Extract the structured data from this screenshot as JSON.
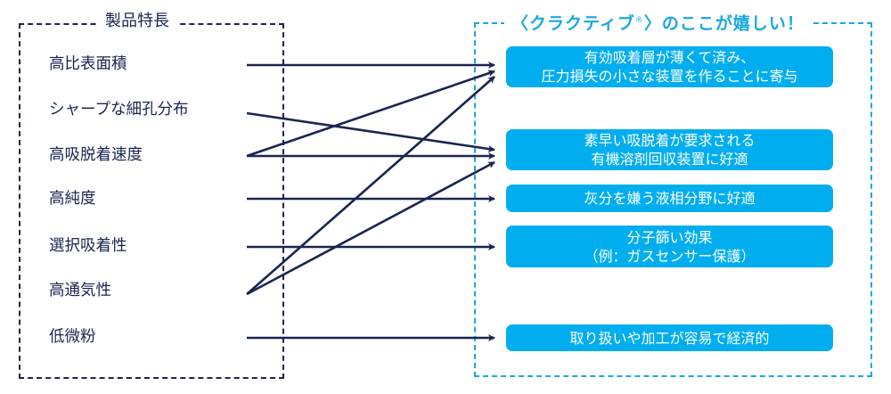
{
  "left_panel": {
    "title": "製品特長",
    "features": [
      "高比表面積",
      "シャープな細孔分布",
      "高吸脱着速度",
      "高純度",
      "選択吸着性",
      "高通気性",
      "低微粉"
    ]
  },
  "right_panel": {
    "title_prefix": "〈クラクティブ",
    "title_reg": "®",
    "title_suffix": "〉のここが嬉しい！",
    "benefits": [
      {
        "line1": "有効吸着層が薄くて済み、",
        "line2": "圧力損失の小さな装置を作ることに寄与"
      },
      {
        "line1": "素早い吸脱着が要求される",
        "line2": "有機溶剤回収装置に好適"
      },
      {
        "line1": "灰分を嫌う液相分野に好適",
        "line2": ""
      },
      {
        "line1": "分子篩い効果",
        "line2": "（例：ガスセンサー保護）"
      },
      {
        "line1": "取り扱いや加工が容易で経済的",
        "line2": ""
      }
    ]
  },
  "connections": [
    {
      "from": "高比表面積",
      "to": "有効吸着層が薄くて済み、圧力損失の小さな装置を作ることに寄与"
    },
    {
      "from": "シャープな細孔分布",
      "to": "素早い吸脱着が要求される有機溶剤回収装置に好適"
    },
    {
      "from": "高吸脱着速度",
      "to": "有効吸着層が薄くて済み、圧力損失の小さな装置を作ることに寄与"
    },
    {
      "from": "高吸脱着速度",
      "to": "素早い吸脱着が要求される有機溶剤回収装置に好適"
    },
    {
      "from": "高純度",
      "to": "灰分を嫌う液相分野に好適"
    },
    {
      "from": "選択吸着性",
      "to": "分子篩い効果（例：ガスセンサー保護）"
    },
    {
      "from": "高通気性",
      "to": "有効吸着層が薄くて済み、圧力損失の小さな装置を作ることに寄与"
    },
    {
      "from": "高通気性",
      "to": "素早い吸脱着が要求される有機溶剤回収装置に好適"
    },
    {
      "from": "低微粉",
      "to": "取り扱いや加工が容易で経済的"
    }
  ],
  "colors": {
    "navy": "#1a2550",
    "accent_blue": "#00aeef",
    "dash_blue": "#1aa8e0"
  }
}
